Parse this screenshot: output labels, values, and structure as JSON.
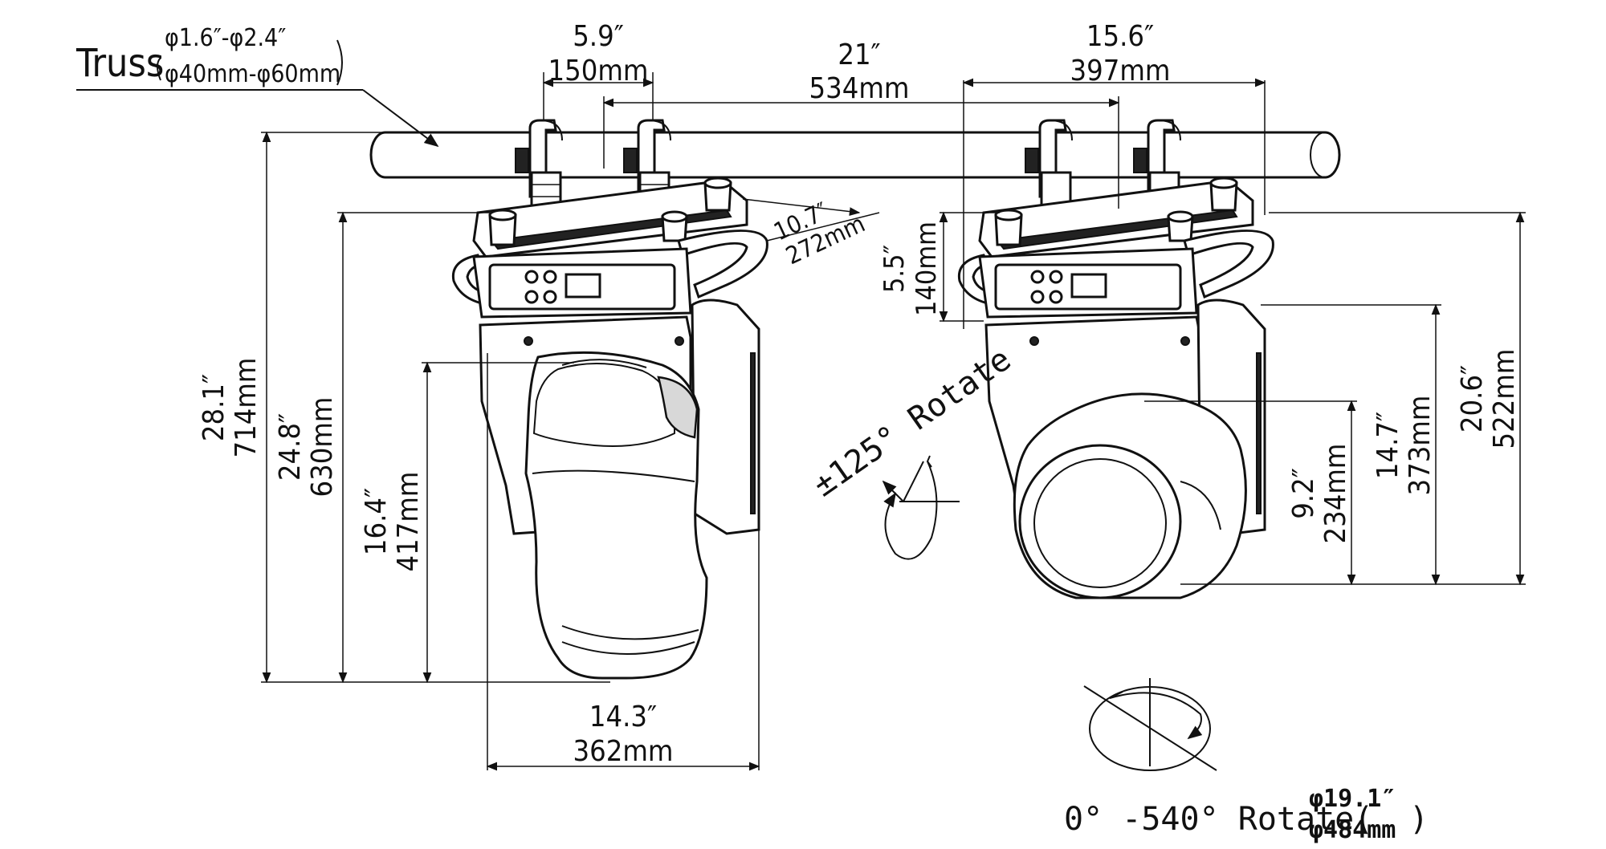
{
  "truss": {
    "label": "Truss",
    "diameter_in": "φ1.6″-φ2.4″",
    "diameter_mm": "φ40mm-φ60mm"
  },
  "dimensions": {
    "clamp_spacing_in": "5.9″",
    "clamp_spacing_mm": "150mm",
    "total_width_in": "21″",
    "total_width_mm": "534mm",
    "right_base_width_in": "15.6″",
    "right_base_width_mm": "397mm",
    "handle_depth_in": "10.7″",
    "handle_depth_mm": "272mm",
    "base_height_in": "5.5″",
    "base_height_mm": "140mm",
    "overall_height_in": "28.1″",
    "overall_height_mm": "714mm",
    "height_from_base_in": "24.8″",
    "height_from_base_mm": "630mm",
    "head_height_in": "16.4″",
    "head_height_mm": "417mm",
    "yoke_width_in": "14.3″",
    "yoke_width_mm": "362mm",
    "lens_height_in": "9.2″",
    "lens_height_mm": "234mm",
    "yoke_height_in": "14.7″",
    "yoke_height_mm": "373mm",
    "right_total_height_in": "20.6″",
    "right_total_height_mm": "522mm"
  },
  "rotations": {
    "tilt": "±125° Rotate",
    "pan_prefix": "0° -540° Rotate(",
    "pan_in": "φ19.1″",
    "pan_mm": "φ484mm",
    "pan_suffix": ")"
  }
}
